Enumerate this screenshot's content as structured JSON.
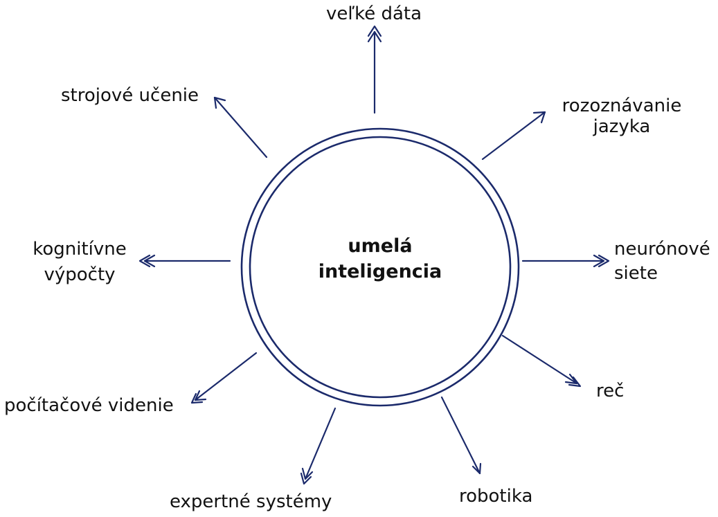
{
  "center": {
    "line1": "umelá",
    "line2": "inteligencia"
  },
  "nodes": {
    "velke_data": "veľké dáta",
    "rozoznavanie_line1": "rozoznávanie",
    "rozoznavanie_line2": "jazyka",
    "neuronove_line1": "neurónové",
    "neuronove_line2": "siete",
    "rec": "reč",
    "robotika": "robotika",
    "expertne": "expertné systémy",
    "pocitacove": "počítačové videnie",
    "kognitivne_line1": "kognitívne",
    "kognitivne_line2": "výpočty",
    "strojove": "strojové učenie"
  },
  "colors": {
    "stroke": "#1b2a6b",
    "text": "#111111"
  }
}
